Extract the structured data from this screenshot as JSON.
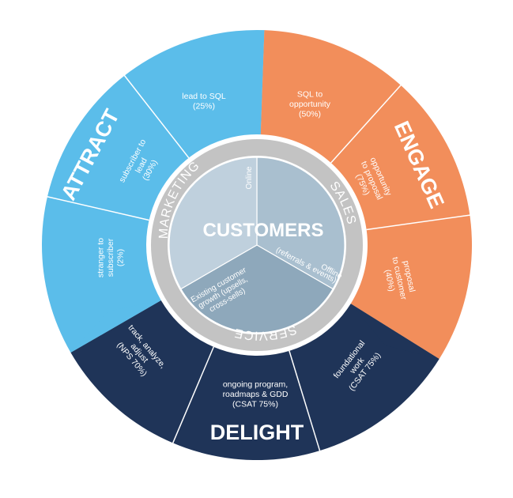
{
  "center": {
    "title": "CUSTOMERS",
    "sectors": [
      {
        "id": "online",
        "text": "Online"
      },
      {
        "id": "offline",
        "text": "Offline"
      },
      {
        "id": "referrals",
        "text": "(referrals & events)"
      },
      {
        "id": "growth",
        "lines": [
          "Existing customer",
          "growth (upsells,",
          "cross-sells)"
        ]
      }
    ]
  },
  "ring_labels": {
    "marketing": "MARKETING",
    "sales": "SALES",
    "service": "SERVICE"
  },
  "stages": {
    "attract": {
      "title": "ATTRACT",
      "segments": [
        {
          "id": "lead-to-sql",
          "lines": [
            "lead to SQL",
            "(25%)"
          ]
        },
        {
          "id": "subscriber-to-lead",
          "lines": [
            "subscriber to",
            "lead",
            "(30%)"
          ]
        },
        {
          "id": "stranger-to-subscriber",
          "lines": [
            "stranger to",
            "subscriber",
            "(2%)"
          ]
        }
      ]
    },
    "engage": {
      "title": "ENGAGE",
      "segments": [
        {
          "id": "sql-to-opportunity",
          "lines": [
            "SQL to",
            "opportunity",
            "(50%)"
          ]
        },
        {
          "id": "opportunity-to-proposal",
          "lines": [
            "opportunity",
            "to proposal",
            "(75%)"
          ]
        },
        {
          "id": "proposal-to-customer",
          "lines": [
            "proposal",
            "to customer",
            "(40%)"
          ]
        }
      ]
    },
    "delight": {
      "title": "DELIGHT",
      "segments": [
        {
          "id": "track-analyze-adjust",
          "lines": [
            "track, analyze,",
            "adjust",
            "(NPS 70%)"
          ]
        },
        {
          "id": "ongoing-program",
          "lines": [
            "ongoing program,",
            "roadmaps & GDD",
            "(CSAT 75%)"
          ]
        },
        {
          "id": "foundational-work",
          "lines": [
            "foundational",
            "work",
            "(CSAT 75%)"
          ]
        }
      ]
    }
  },
  "colors": {
    "attract": "#5bbdea",
    "engage": "#f28e5b",
    "delight": "#1f3458",
    "ring": "#c3c3c3",
    "inner_online": "#a9bfcf",
    "inner_marketing": "#bfd0dd",
    "inner_service": "#8ea8bb",
    "divider": "#ffffff"
  }
}
